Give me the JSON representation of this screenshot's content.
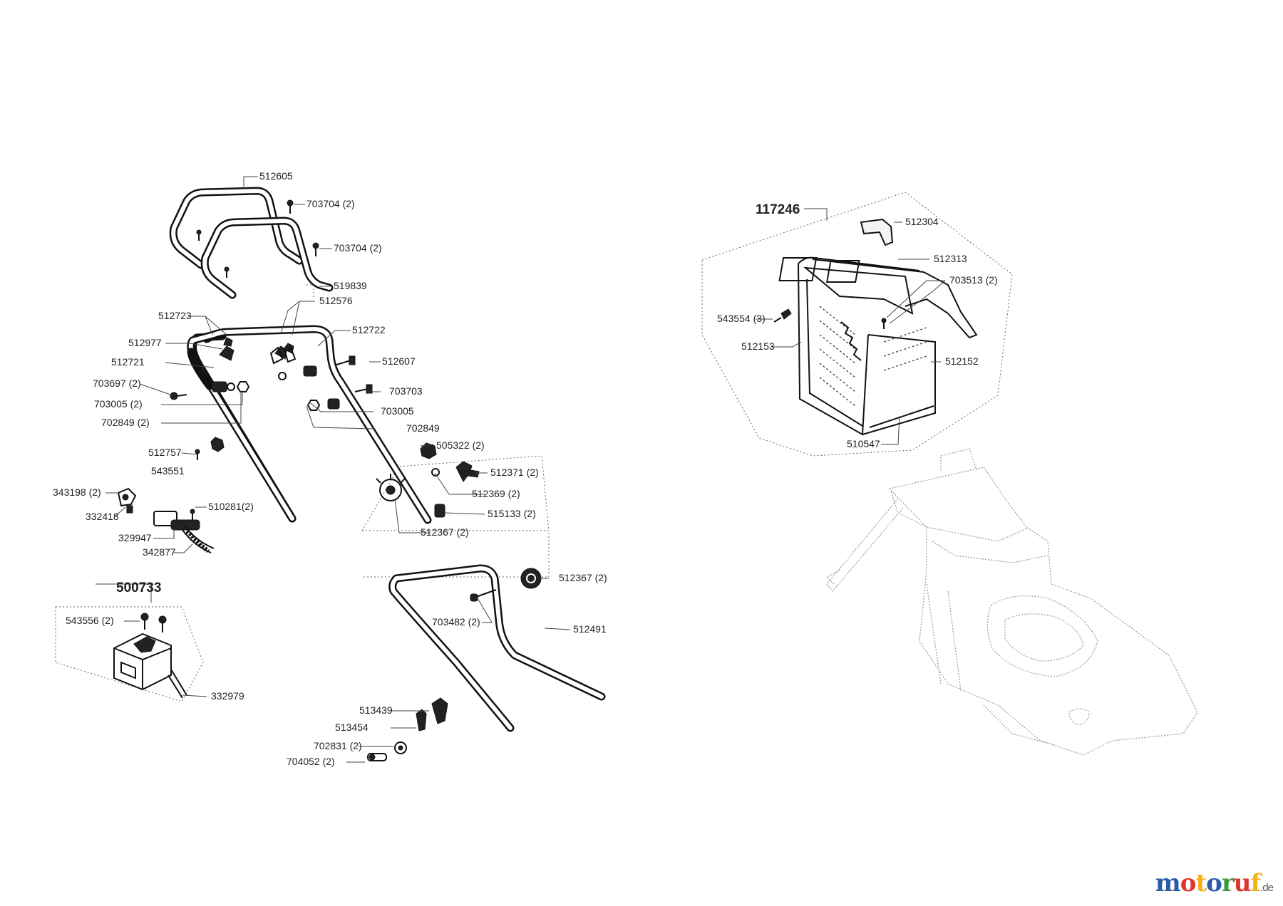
{
  "groups": {
    "handle_assembly": "",
    "grass_box": "117246",
    "switch_box": "500733"
  },
  "labels": {
    "l512605": "512605",
    "l703704a": "703704 (2)",
    "l703704b": "703704 (2)",
    "l519839": "519839",
    "l512576": "512576",
    "l512723": "512723",
    "l512722": "512722",
    "l512977": "512977",
    "l512721": "512721",
    "l512607": "512607",
    "l703697": "703697 (2)",
    "l703703": "703703",
    "l703005a": "703005 (2)",
    "l703005b": "703005",
    "l702849a": "702849 (2)",
    "l702849b": "702849",
    "l505322": "505322 (2)",
    "l512757": "512757",
    "l543551": "543551",
    "l512371": "512371 (2)",
    "l512369": "512369 (2)",
    "l343198": "343198 (2)",
    "l510281": "510281(2)",
    "l515133": "515133 (2)",
    "l332418": "332418",
    "l329947": "329947",
    "l512367a": "512367 (2)",
    "l342877": "342877",
    "l512367b": "512367 (2)",
    "l543556": "543556 (2)",
    "l703482": "703482 (2)",
    "l512491": "512491",
    "l332979": "332979",
    "l513439": "513439",
    "l513454": "513454",
    "l702831": "702831 (2)",
    "l704052": "704052 (2)",
    "l512304": "512304",
    "l512313": "512313",
    "l703513": "703513 (2)",
    "l543554": "543554 (3)",
    "l512153": "512153",
    "l512152": "512152",
    "l510547": "510547"
  },
  "brand": {
    "letters": [
      "m",
      "o",
      "t",
      "o",
      "r",
      "u",
      "f"
    ],
    "colors": [
      "#2a5caa",
      "#e0342c",
      "#f3b21a",
      "#2a5caa",
      "#3a9a3a",
      "#e0342c",
      "#f3b21a"
    ],
    "tld": ".de"
  },
  "icons": [
    "screw-icon",
    "bolt-icon",
    "nut-icon",
    "washer-icon",
    "knob-icon",
    "wheel-icon",
    "clip-icon",
    "switch-icon",
    "grass-box-icon",
    "mower-icon"
  ]
}
